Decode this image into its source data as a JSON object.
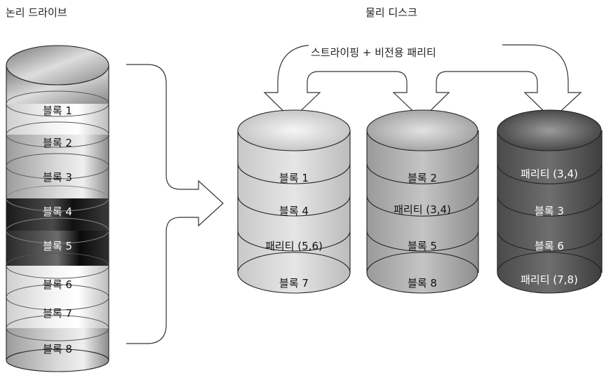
{
  "titles": {
    "logical": "논리 드라이브",
    "physical": "물리 디스크",
    "scheme": "스트라이핑 + 비전용 패리티"
  },
  "logical_drive": {
    "blocks": [
      "블록 1",
      "블록 2",
      "블록 3",
      "블록 4",
      "블록 5",
      "블록 6",
      "블록 7",
      "블록 8"
    ]
  },
  "disks": [
    {
      "blocks": [
        "블록 1",
        "블록 4",
        "패리티 (5,6)",
        "블록 7"
      ]
    },
    {
      "blocks": [
        "블록 2",
        "패리티 (3,4)",
        "블록 5",
        "블록 8"
      ]
    },
    {
      "blocks": [
        "패리티 (3,4)",
        "블록 3",
        "블록 6",
        "패리티 (7,8)"
      ]
    }
  ],
  "colors": {
    "disk_light": "#d2d2d2",
    "disk_mid": "#a8a8a8",
    "disk_dark": "#5a5a5a",
    "outline": "#222222",
    "background": "#ffffff"
  }
}
